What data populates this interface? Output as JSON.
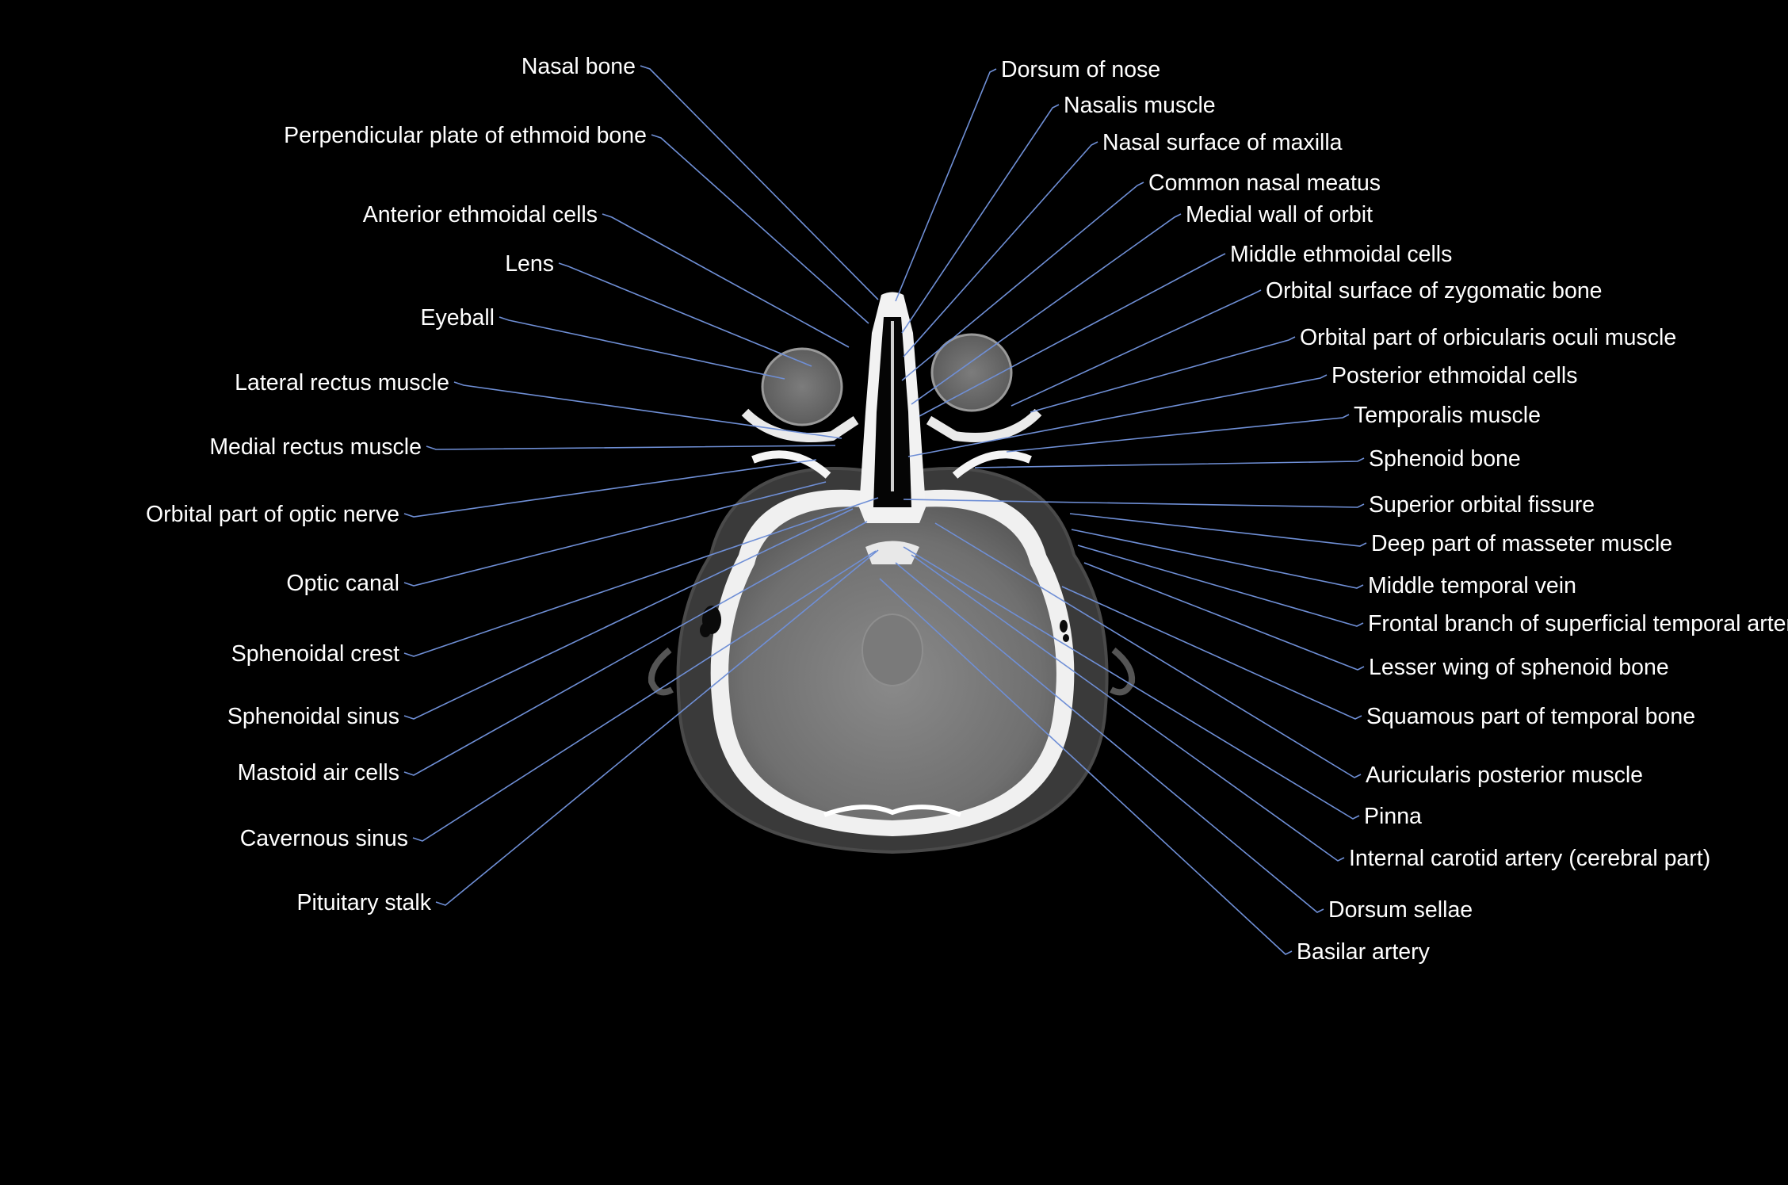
{
  "colors": {
    "background": "#000000",
    "leader_line": "#6f8fd6",
    "label_text": "#ffffff"
  },
  "labels": {
    "left": [
      "Nasal bone",
      "Perpendicular plate of ethmoid bone",
      "Anterior ethmoidal cells",
      "Lens",
      "Eyeball",
      "Lateral rectus muscle",
      "Medial rectus muscle",
      "Orbital part of optic nerve",
      "Optic canal",
      "Sphenoidal crest",
      "Sphenoidal sinus",
      "Mastoid air cells",
      "Cavernous sinus",
      "Pituitary stalk"
    ],
    "right": [
      "Dorsum of nose",
      "Nasalis muscle",
      "Nasal surface of maxilla",
      "Common nasal meatus",
      "Medial wall of orbit",
      "Middle ethmoidal cells",
      "Orbital surface of zygomatic bone",
      "Orbital part of orbicularis oculi muscle",
      "Posterior ethmoidal cells",
      "Temporalis muscle",
      "Sphenoid bone",
      "Superior orbital fissure",
      "Deep part of masseter muscle",
      "Middle temporal vein",
      "Frontal branch of superficial temporal artery",
      "Lesser wing of sphenoid bone",
      "Squamous part of temporal bone",
      "Auricularis posterior muscle",
      "Pinna",
      "Internal carotid artery (cerebral part)",
      "Dorsum sellae",
      "Basilar artery"
    ]
  }
}
